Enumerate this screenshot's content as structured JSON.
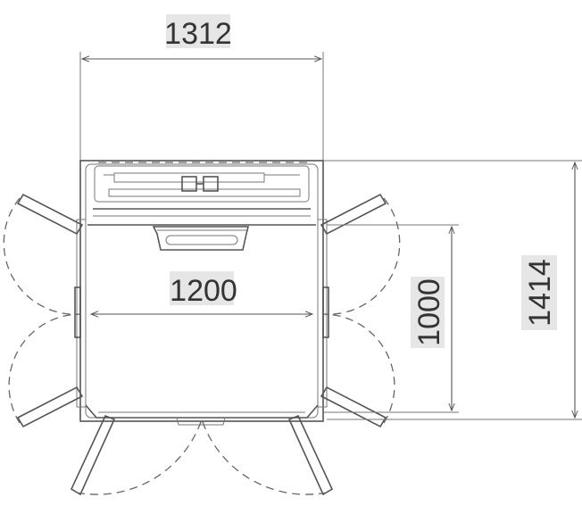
{
  "dimensions": {
    "top_width": "1312",
    "inner_width": "1200",
    "inner_depth": "1000",
    "overall_depth": "1414"
  },
  "colors": {
    "line": "#555555",
    "label_background": "#e6e6e6",
    "text": "#333333"
  }
}
